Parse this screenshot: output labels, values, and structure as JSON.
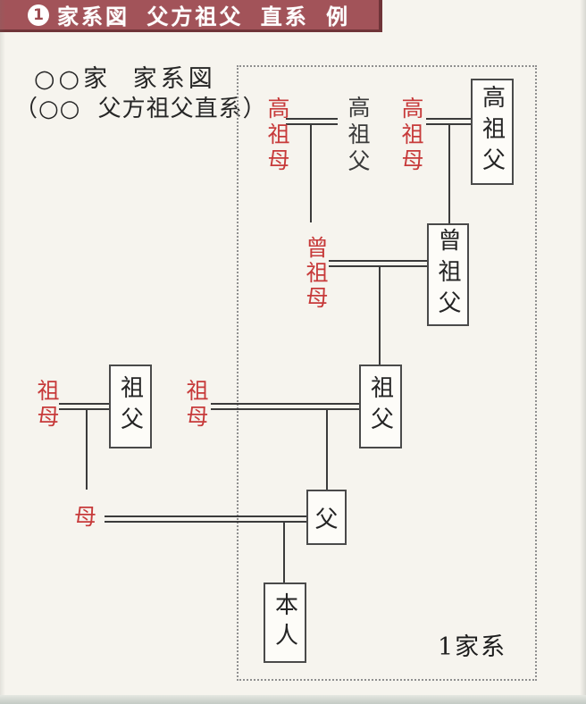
{
  "colors": {
    "page_bg": "#f6f4ee",
    "banner_bg": "#a25359",
    "banner_shadow": "#6f3438",
    "banner_text": "#ffffff",
    "red_label": "#c73a3a",
    "black_text": "#242424",
    "box_border": "#4a4a4a",
    "tree_line": "#3b3b3b",
    "dotted_border": "#8f8f8f"
  },
  "header": {
    "badge_number": "1",
    "title": "家系図 父方祖父 直系 例"
  },
  "caption": {
    "line1": "○○家 家系図",
    "line2": "（○○ 父方祖父直系）"
  },
  "tree": {
    "nodes": {
      "great_great_grandfather_boxed": "高祖父",
      "great_great_grandfather_plain": "高祖父",
      "great_great_grandmother_left": "高祖母",
      "great_great_grandmother_right": "高祖母",
      "great_grandfather": "曾祖父",
      "great_grandmother": "曾祖母",
      "grandfather_inside": "祖父",
      "grandfather_outside": "祖父",
      "grandmother_inside": "祖母",
      "grandmother_outside": "祖母",
      "father": "父",
      "mother": "母",
      "self": "本人"
    },
    "legend": "1家系"
  }
}
